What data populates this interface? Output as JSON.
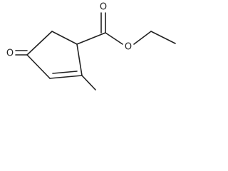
{
  "molecule": {
    "colors": {
      "ink": "#222222",
      "background": "#ffffff"
    },
    "atoms": {
      "ketone_oxygen": "O",
      "carbonyl_oxygen": "O",
      "ester_oxygen": "O"
    }
  }
}
